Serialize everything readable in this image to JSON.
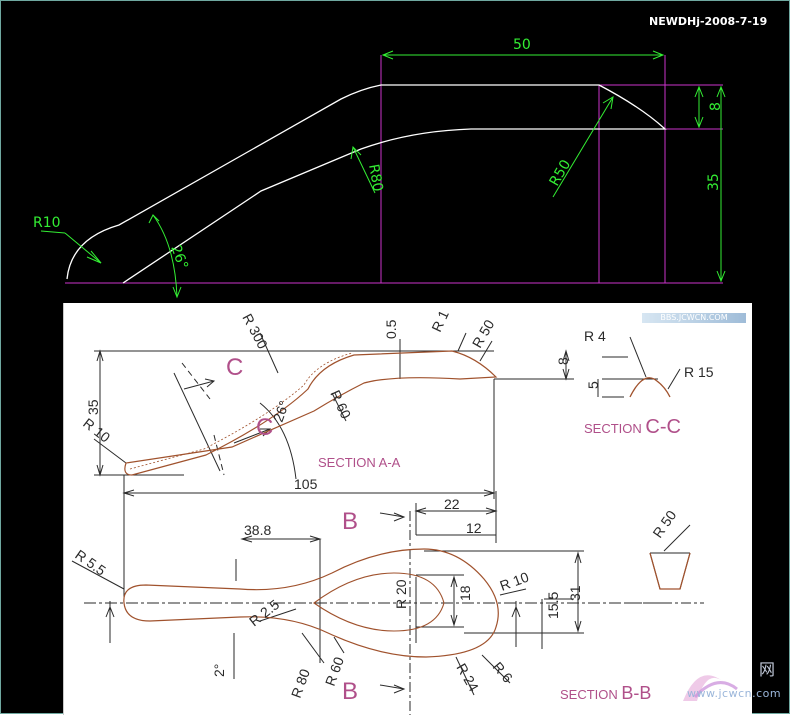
{
  "stamp": "NEWDHj-2008-7-19",
  "cad": {
    "dims": {
      "d50": "50",
      "d8": "8",
      "d35": "35",
      "r10": "R10",
      "a26": "26°",
      "r80": "R80",
      "r50": "R50"
    }
  },
  "sheet": {
    "logo": "BBS.JCWCN.COM",
    "labels": {
      "r300": "R 300",
      "t05": "0.5",
      "r1": "R 1",
      "r50a": "R 50",
      "s8": "8",
      "r4": "R 4",
      "r15": "R 15",
      "s5": "5",
      "d35": "35",
      "cmark1": "C",
      "cmark2": "C",
      "r10": "R 10",
      "a26": "26°",
      "r60a": "R 60",
      "sec_aa": "SECTION A-A",
      "sec_cc_a": "SECTION ",
      "sec_cc_b": "C-C",
      "d105": "105",
      "d22": "22",
      "d388": "38.8",
      "bmark1": "B",
      "d12": "12",
      "r55": "R 5.5",
      "r25": "R 2.5",
      "r20": "R 20",
      "d18": "18",
      "r10b": "R 10",
      "d155": "15.5",
      "d31": "31",
      "r50b": "R 50",
      "a2": "2°",
      "r80": "R 80",
      "r60b": "R 60",
      "bmark2": "B",
      "r24": "R 24",
      "r6": "R 6",
      "sec_bb_a": "SECTION ",
      "sec_bb_b": "B-B"
    }
  },
  "watermark": {
    "cn": "网",
    "site": "www.jcwcn.com"
  },
  "colors": {
    "background": "#000000",
    "outline": "#ffffff",
    "dimension": "#33ee33",
    "construction": "#cc33cc",
    "sheet_line": "#2a2a2a",
    "part": "#a0522d",
    "section_label": "#b0508a"
  }
}
